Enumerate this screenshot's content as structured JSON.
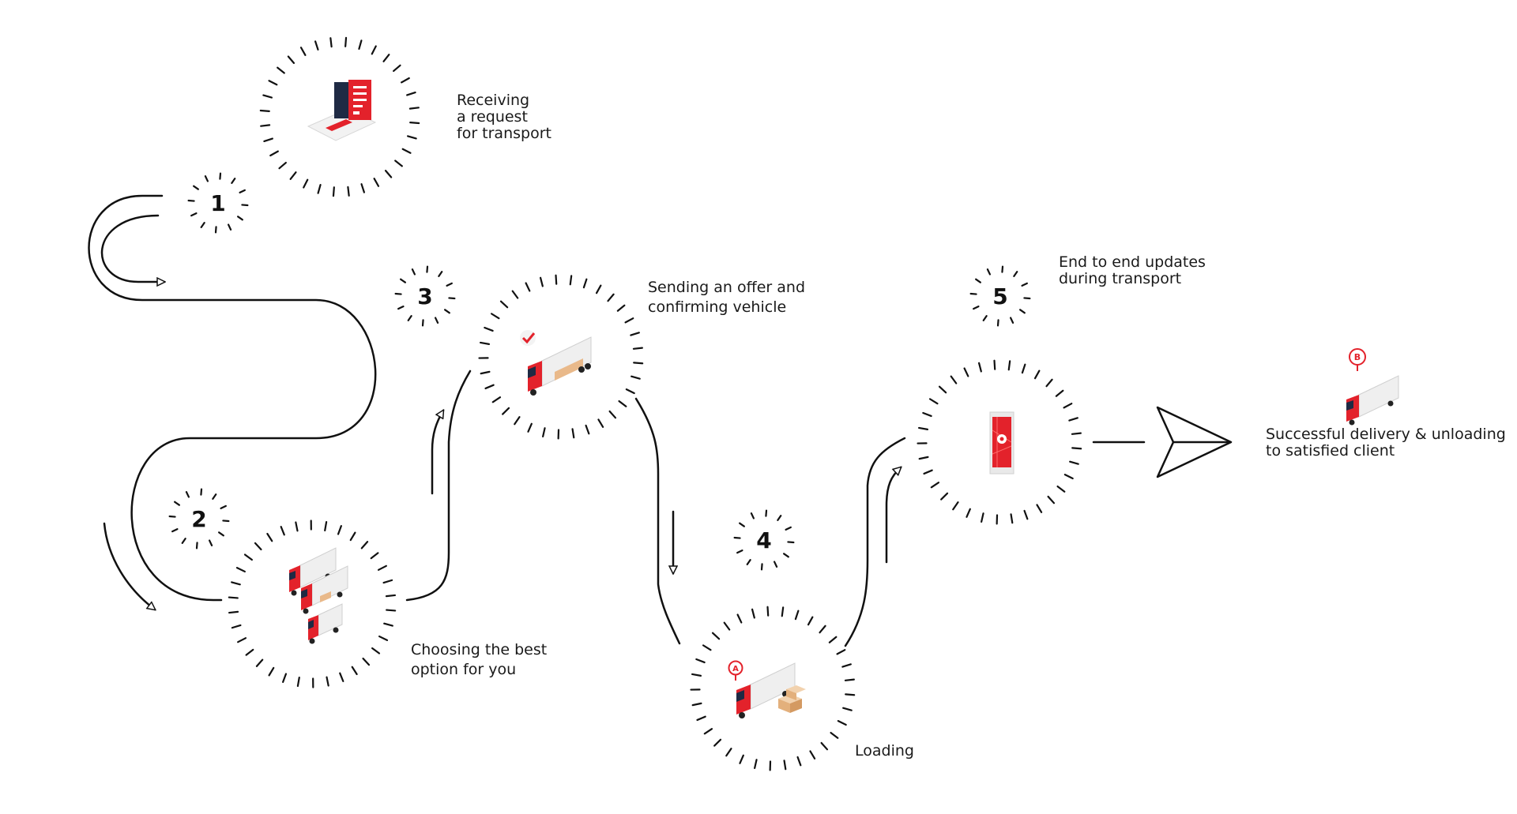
{
  "steps": [
    {
      "number": "1",
      "label_lines": [
        "Receiving",
        "a request",
        "for transport"
      ],
      "icon": "laptop-icon"
    },
    {
      "number": "2",
      "label_lines": [
        "Choosing the best",
        "option for you"
      ],
      "icon": "truck-fleet-icon"
    },
    {
      "number": "3",
      "label_lines": [
        "Sending an offer and",
        "confirming vehicle"
      ],
      "icon": "truck-confirmed-icon"
    },
    {
      "number": "4",
      "label_lines": [
        "Loading"
      ],
      "icon": "truck-loading-icon"
    },
    {
      "number": "5",
      "label_lines": [
        "End to end updates",
        "during transport"
      ],
      "icon": "phone-map-icon"
    }
  ],
  "final": {
    "label_lines": [
      "Successful delivery & unloading",
      "to satisfied client"
    ],
    "icon": "truck-delivered-icon",
    "pin_letter": "B"
  },
  "loading_pin_letter": "A",
  "colors": {
    "line": "#111111",
    "accent": "#e3222b",
    "truck_body": "#efefef",
    "cargo": "#e9b98a"
  }
}
